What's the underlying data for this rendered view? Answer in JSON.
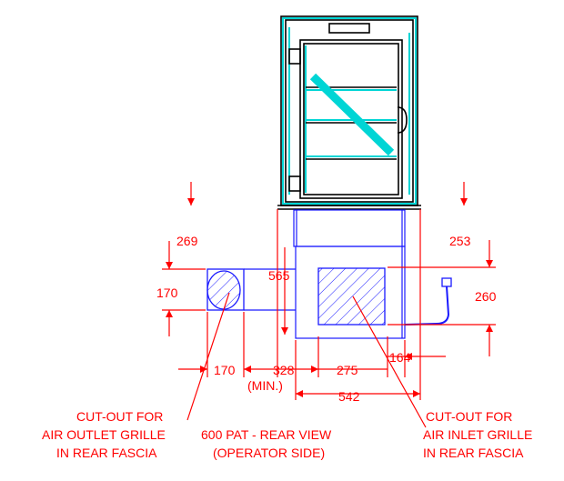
{
  "dimensions": {
    "d269": "269",
    "d170_left": "170",
    "d565": "565",
    "d253": "253",
    "d260": "260",
    "d170_bottom": "170",
    "d328": "328",
    "d275": "275",
    "d164": "164",
    "min": "(MIN.)",
    "d542": "542"
  },
  "notes": {
    "outlet": [
      "CUT-OUT FOR",
      "AIR OUTLET  GRILLE",
      "IN REAR FASCIA"
    ],
    "title": [
      "600 PAT - REAR VIEW",
      "(OPERATOR SIDE)"
    ],
    "inlet": [
      "CUT-OUT FOR",
      "AIR INLET GRILLE",
      "IN REAR FASCIA"
    ]
  },
  "colors": {
    "dimension": "#ff0000",
    "cutout": "#1a1aff",
    "cabinet": "#000000",
    "glass": "#00d5d5"
  }
}
